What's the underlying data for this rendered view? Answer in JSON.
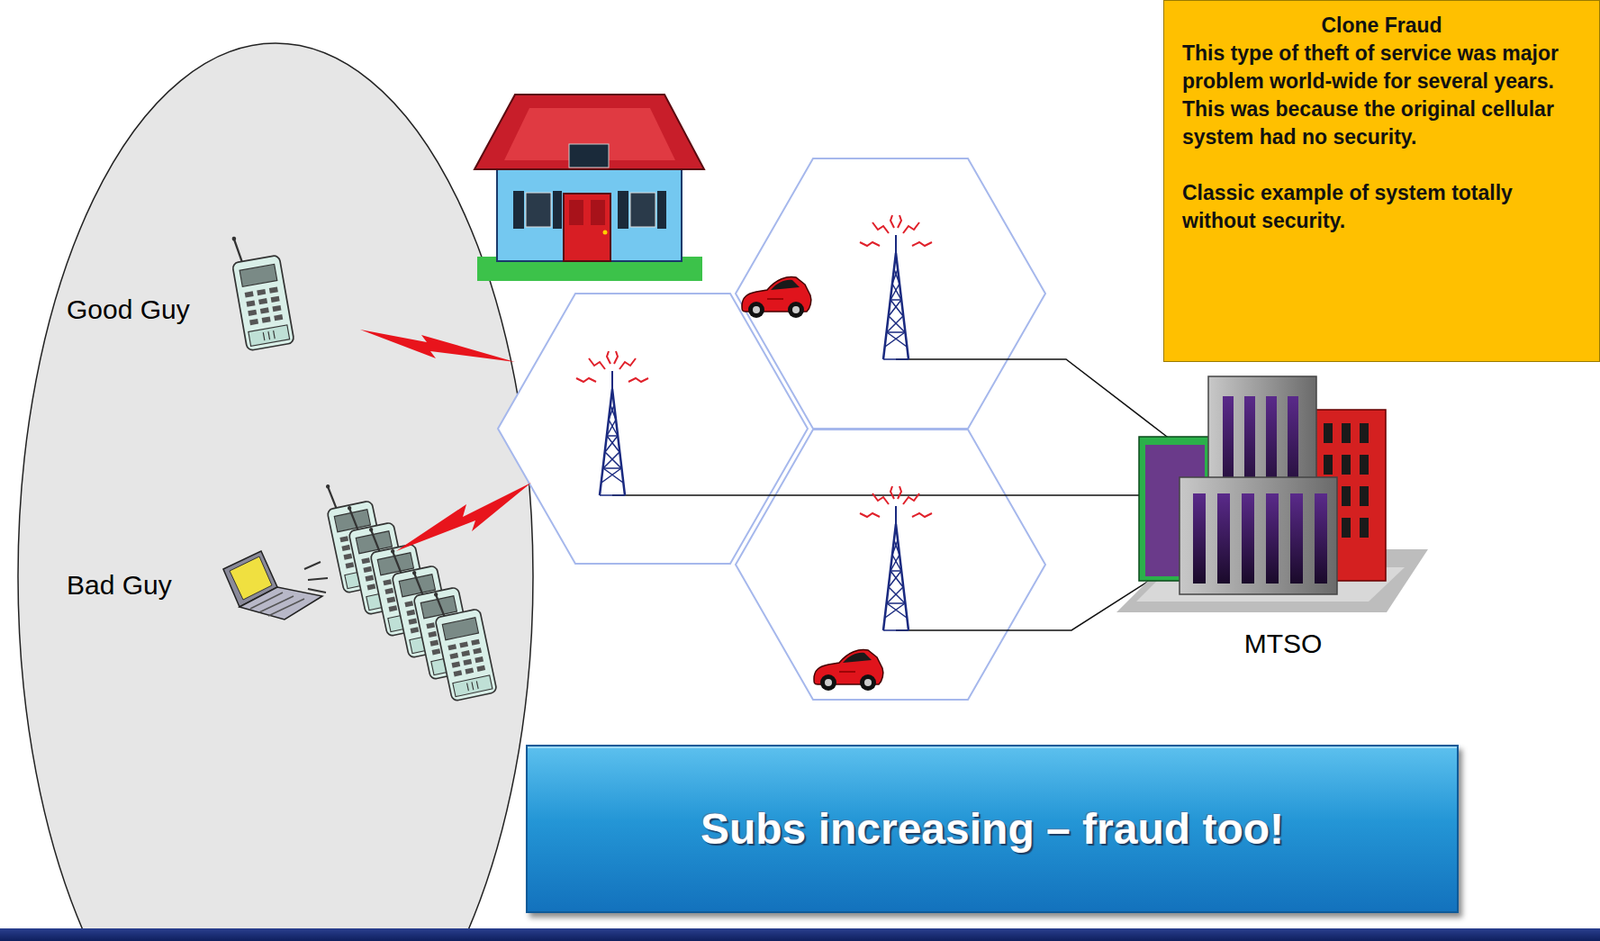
{
  "diagram": {
    "nodes": [
      {
        "text": [
          "Clone Fraud",
          "This type of theft of service was major problem world-wide for several years. This was because the original cellular system had no security.",
          "Classic example of system totally without security."
        ]
      },
      {
        "text": [
          "Subs increasing – fraud too!"
        ]
      }
    ],
    "labels": [
      "Good Guy",
      "Bad Guy",
      "MTSO"
    ]
  }
}
